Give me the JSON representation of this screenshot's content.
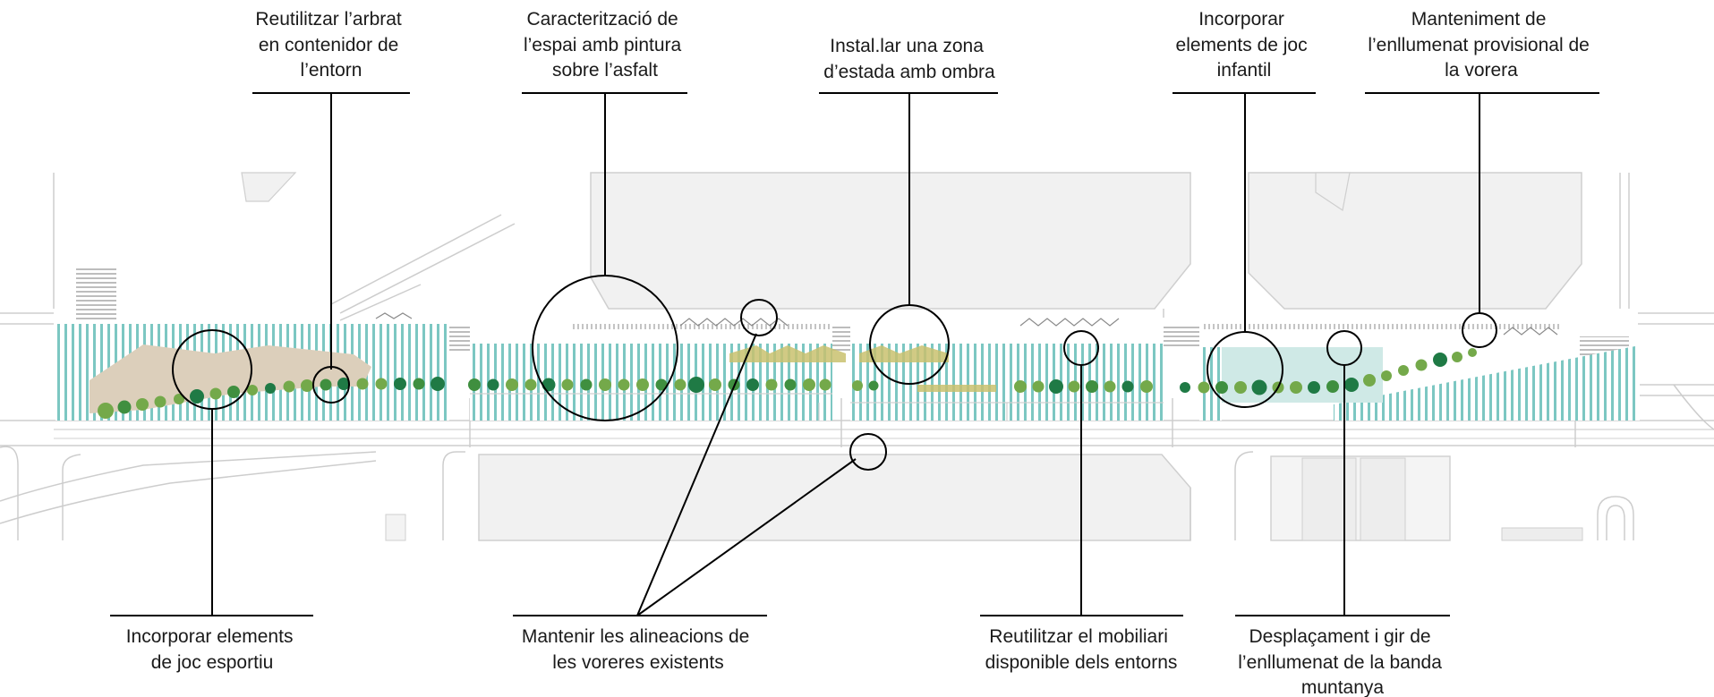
{
  "colors": {
    "stripe": "#7cc7c2",
    "teal_fill": "#cfe9e6",
    "sand": "#dccfbb",
    "yellow": "#c9c16f",
    "tree_dark": "#1f7a45",
    "tree_mid": "#3f8f3f",
    "tree_light": "#74a94a",
    "block": "#f1f1f1",
    "lines": "#c9c9c9",
    "ink": "#000000"
  },
  "callouts_top": [
    {
      "id": "reuse-trees",
      "lines": [
        "Reutilitzar l’arbrat",
        "en contenidor de",
        "l’entorn"
      ]
    },
    {
      "id": "asphalt-paint",
      "lines": [
        "Caracterització de",
        "l’espai amb pintura",
        "sobre l’asfalt"
      ]
    },
    {
      "id": "shade-zone",
      "lines": [
        "Instal.lar una zona",
        "d’estada amb ombra"
      ]
    },
    {
      "id": "children-play",
      "lines": [
        "Incorporar",
        "elements de joc",
        "infantil"
      ]
    },
    {
      "id": "provisional-lighting",
      "lines": [
        "Manteniment de",
        "l’enllumenat provisional de",
        "la vorera"
      ]
    }
  ],
  "callouts_bottom": [
    {
      "id": "sports-play",
      "lines": [
        "Incorporar elements",
        "de joc esportiu"
      ]
    },
    {
      "id": "keep-alignments",
      "lines": [
        "Mantenir  les  alineacions  de",
        "les  voreres  existents"
      ]
    },
    {
      "id": "reuse-furniture",
      "lines": [
        "Reutilitzar el mobiliari",
        "disponible dels entorns"
      ]
    },
    {
      "id": "move-lighting",
      "lines": [
        "Desplaçament i gir de",
        "l’enllumenat de la banda",
        "muntanya"
      ]
    }
  ]
}
